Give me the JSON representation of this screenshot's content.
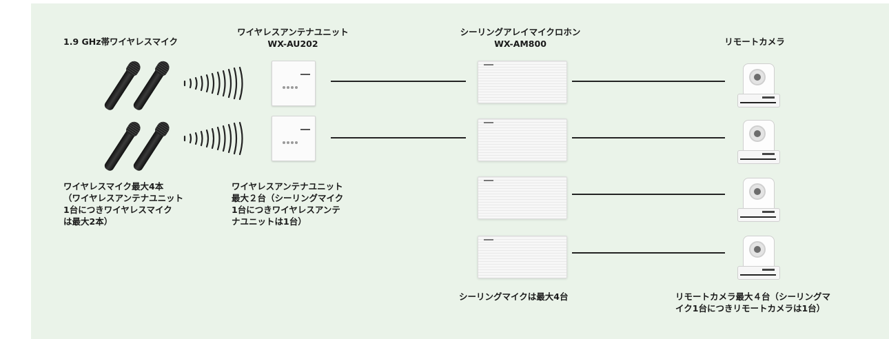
{
  "colors": {
    "panel_bg": "#eaf3e9",
    "connector": "#222222"
  },
  "headers": {
    "microphones": "1.9 GHz帯ワイヤレスマイク",
    "antenna_name": "ワイヤレスアンテナユニット",
    "antenna_model": "WX-AU202",
    "ceiling_name": "シーリングアレイマイクロホン",
    "ceiling_model": "WX-AM800",
    "camera_name": "リモートカメラ"
  },
  "notes": {
    "mic_lines": [
      "ワイヤレスマイク最大4本",
      "（ワイヤレスアンテナユニット",
      "1台につきワイヤレスマイク",
      "は最大2本）"
    ],
    "antenna_lines": [
      "ワイヤレスアンテナユニット",
      "最大２台（シーリングマイク",
      "1台につきワイヤレスアンテ",
      "ナユニットは1台）"
    ],
    "ceiling": "シーリングマイクは最大4台",
    "camera_lines": [
      "リモートカメラ最大４台（シーリングマ",
      "イク1台につきリモートカメラは1台）"
    ]
  },
  "icons": {
    "microphone": "wireless-microphone-icon",
    "radio_waves": "radio-waves-icon",
    "antenna_unit": "antenna-unit-icon",
    "ceiling_mic": "ceiling-array-microphone-icon",
    "camera": "remote-camera-icon"
  }
}
